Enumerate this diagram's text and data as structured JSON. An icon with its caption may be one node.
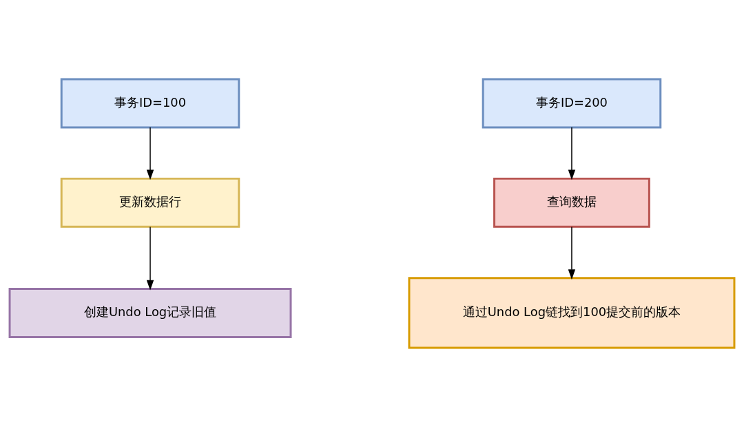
{
  "diagram": {
    "nodes": [
      {
        "text": [
          "事务ID=100"
        ]
      },
      {
        "text": [
          "更新数据行"
        ]
      },
      {
        "text": [
          "创建Undo Log记录旧值"
        ]
      },
      {
        "text": [
          "事务ID=200"
        ]
      },
      {
        "text": [
          "查询数据"
        ]
      },
      {
        "text": [
          "通过Undo Log链找到100提交前的版本"
        ]
      }
    ],
    "edges": [
      {
        "from": 0,
        "to": 1,
        "arrow": "to"
      },
      {
        "from": 1,
        "to": 2,
        "arrow": "to"
      },
      {
        "from": 3,
        "to": 4,
        "arrow": "to"
      },
      {
        "from": 4,
        "to": 5,
        "arrow": "to"
      }
    ]
  }
}
